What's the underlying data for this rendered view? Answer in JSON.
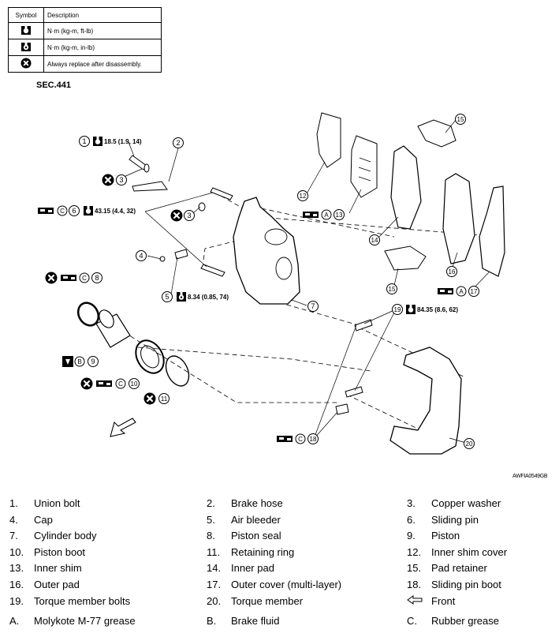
{
  "symbol_table": {
    "header_symbol": "Symbol",
    "header_description": "Description",
    "rows": [
      {
        "icon": "torque-wrench-icon",
        "description": "N·m (kg-m, ft-lb)"
      },
      {
        "icon": "torque-wrench-small-icon",
        "description": "N·m (kg-m, in-lb)"
      },
      {
        "icon": "always-replace-icon",
        "description": "Always replace after disassembly."
      }
    ]
  },
  "section": "SEC.441",
  "callouts": {
    "t1": "18.5 (1.9, 14)",
    "t6": "43.15 (4.4, 32)",
    "t5": "8.34 (0.85, 74)",
    "t19": "84.35 (8.6, 62)",
    "lA": "A",
    "lB": "B",
    "lC": "C"
  },
  "figure_code": "AWFIA0549GB",
  "legend": [
    [
      {
        "n": "1.",
        "t": "Union bolt"
      },
      {
        "n": "2.",
        "t": "Brake hose"
      },
      {
        "n": "3.",
        "t": "Copper washer"
      }
    ],
    [
      {
        "n": "4.",
        "t": "Cap"
      },
      {
        "n": "5.",
        "t": "Air bleeder"
      },
      {
        "n": "6.",
        "t": "Sliding pin"
      }
    ],
    [
      {
        "n": "7.",
        "t": "Cylinder body"
      },
      {
        "n": "8.",
        "t": "Piston seal"
      },
      {
        "n": "9.",
        "t": "Piston"
      }
    ],
    [
      {
        "n": "10.",
        "t": "Piston boot"
      },
      {
        "n": "11.",
        "t": "Retaining ring"
      },
      {
        "n": "12.",
        "t": "Inner shim cover"
      }
    ],
    [
      {
        "n": "13.",
        "t": "Inner shim"
      },
      {
        "n": "14.",
        "t": "Inner pad"
      },
      {
        "n": "15.",
        "t": "Pad retainer"
      }
    ],
    [
      {
        "n": "16.",
        "t": "Outer pad"
      },
      {
        "n": "17.",
        "t": "Outer cover (multi-layer)"
      },
      {
        "n": "18.",
        "t": "Sliding pin boot"
      }
    ],
    [
      {
        "n": "19.",
        "t": "Torque member bolts"
      },
      {
        "n": "20.",
        "t": "Torque member"
      },
      {
        "n": "",
        "t": "Front"
      }
    ],
    [
      {
        "n": "A.",
        "t": "Molykote M-77 grease"
      },
      {
        "n": "B.",
        "t": "Brake fluid"
      },
      {
        "n": "C.",
        "t": "Rubber grease"
      }
    ]
  ]
}
